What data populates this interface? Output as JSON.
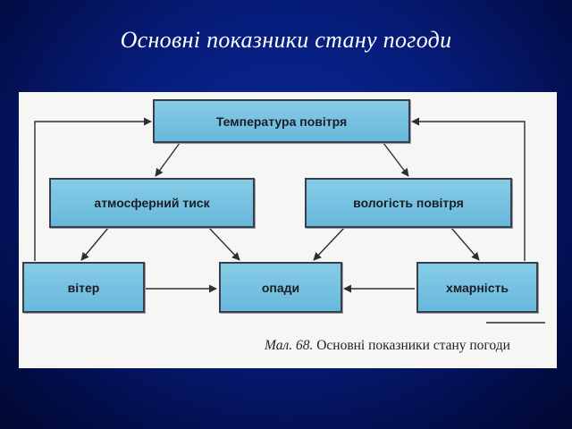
{
  "slide": {
    "title": "Основні показники стану погоди"
  },
  "diagram": {
    "nodes": {
      "temperature": "Температура повітря",
      "pressure": "атмосферний тиск",
      "humidity": "вологість повітря",
      "wind": "вітер",
      "precipitation": "опади",
      "cloudiness": "хмарність"
    },
    "edges": [
      [
        "temperature",
        "pressure"
      ],
      [
        "temperature",
        "humidity"
      ],
      [
        "pressure",
        "wind"
      ],
      [
        "pressure",
        "precipitation"
      ],
      [
        "humidity",
        "precipitation"
      ],
      [
        "humidity",
        "cloudiness"
      ],
      [
        "wind",
        "precipitation"
      ],
      [
        "cloudiness",
        "precipitation"
      ],
      [
        "wind",
        "temperature"
      ],
      [
        "cloudiness",
        "temperature"
      ]
    ],
    "caption": {
      "figure": "Мал. 68.",
      "text": "Основні показники стану погоди"
    }
  }
}
